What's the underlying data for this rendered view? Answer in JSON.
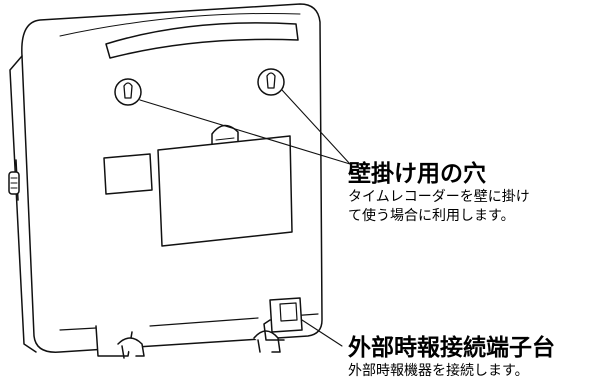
{
  "labels": {
    "wall_holes": {
      "title": "壁掛け用の穴",
      "description_lines": [
        "タイムレコーダーを壁に掛け",
        "て使う場合に利用します。"
      ]
    },
    "terminal": {
      "title": "外部時報接続端子台",
      "description_lines": [
        "外部時報機器を接続します。"
      ]
    }
  }
}
